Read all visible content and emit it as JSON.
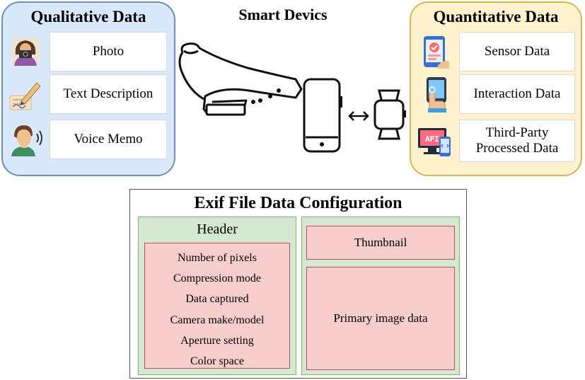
{
  "qualitative": {
    "title": "Qualitative Data",
    "items": [
      {
        "label": "Photo",
        "icon": "photographer-icon"
      },
      {
        "label": "Text Description",
        "icon": "pen-writing-icon"
      },
      {
        "label": "Voice Memo",
        "icon": "speaking-person-icon"
      }
    ]
  },
  "devices": {
    "title": "Smart Devics",
    "icons": [
      "smart-glasses-icon",
      "smartphone-icon",
      "double-arrow-icon",
      "smartwatch-icon"
    ]
  },
  "quantitative": {
    "title": "Quantitative Data",
    "items": [
      {
        "label": "Sensor Data",
        "icon": "phone-sensor-icon"
      },
      {
        "label": "Interaction Data",
        "icon": "hand-touch-icon"
      },
      {
        "label": "Third-Party Processed Data",
        "icon": "api-monitor-icon",
        "badge": "API"
      }
    ]
  },
  "exif": {
    "title": "Exif File Data Configuration",
    "header": {
      "title": "Header",
      "fields": [
        "Number of pixels",
        "Compression mode",
        "Data captured",
        "Camera make/model",
        "Aperture setting",
        "Color space"
      ]
    },
    "thumbnail": "Thumbnail",
    "primary": "Primary image data"
  },
  "colors": {
    "qual_bg": "#dae8fc",
    "qual_border": "#6c8ebf",
    "quan_bg": "#fff2cc",
    "quan_border": "#d6b656",
    "header_bg": "#d5e8d4",
    "field_bg": "#f8cecc"
  }
}
